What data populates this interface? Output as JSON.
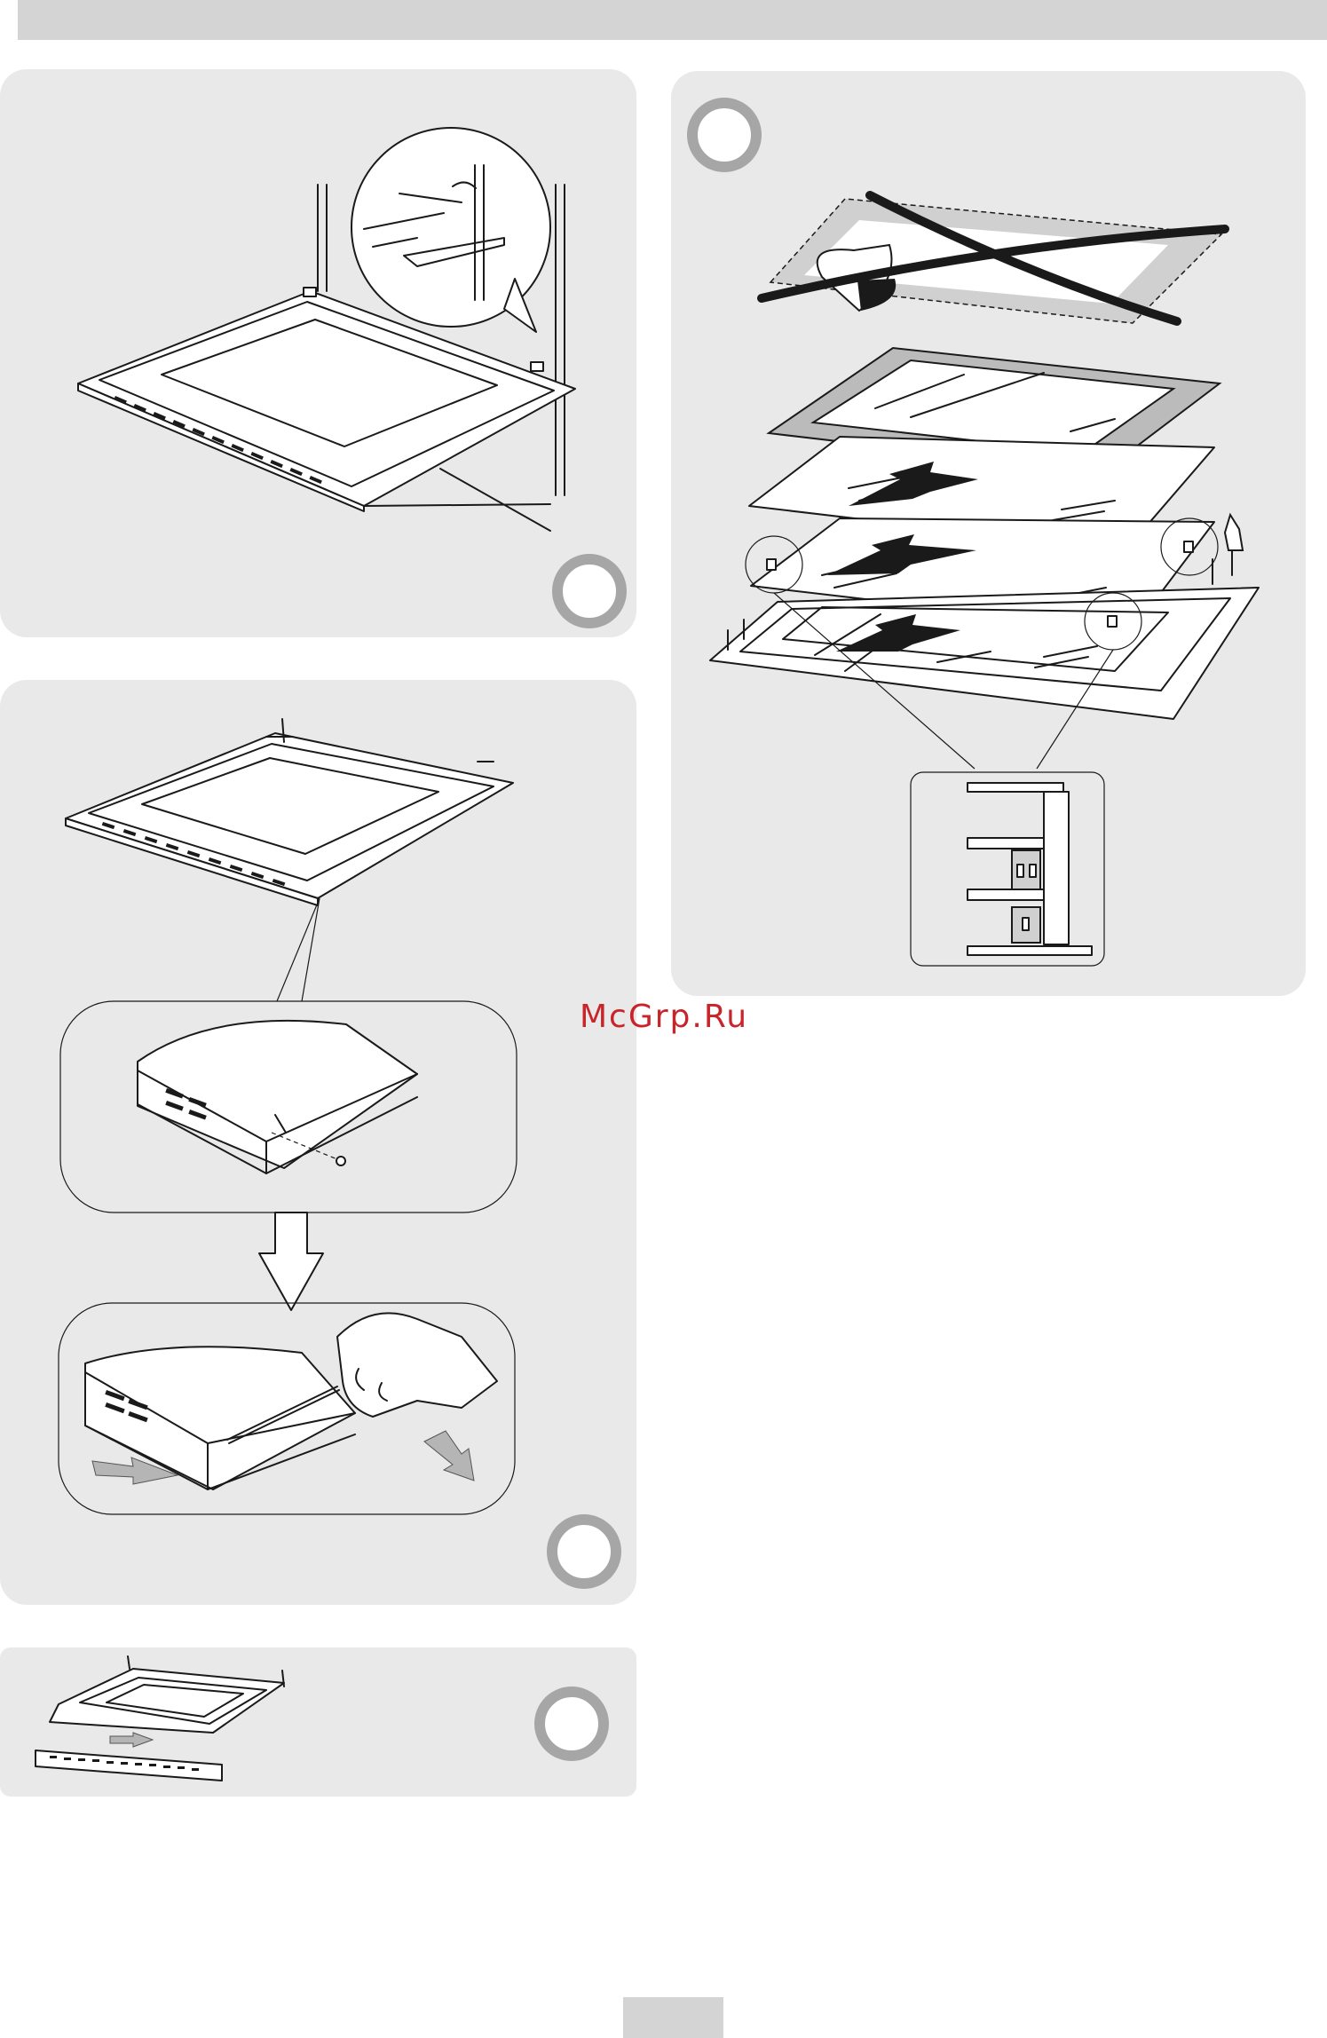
{
  "page": {
    "watermark": "McGrp.Ru",
    "colors": {
      "topbar": "#d4d4d4",
      "panel": "#e9e9e9",
      "step_ring": "#a6a6a6",
      "watermark": "#c8242a"
    }
  },
  "panels": [
    {
      "id": "door-open",
      "step_label": ""
    },
    {
      "id": "door-screw",
      "step_label": ""
    },
    {
      "id": "door-strip",
      "step_label": ""
    },
    {
      "id": "glass-layers",
      "step_label": ""
    }
  ]
}
